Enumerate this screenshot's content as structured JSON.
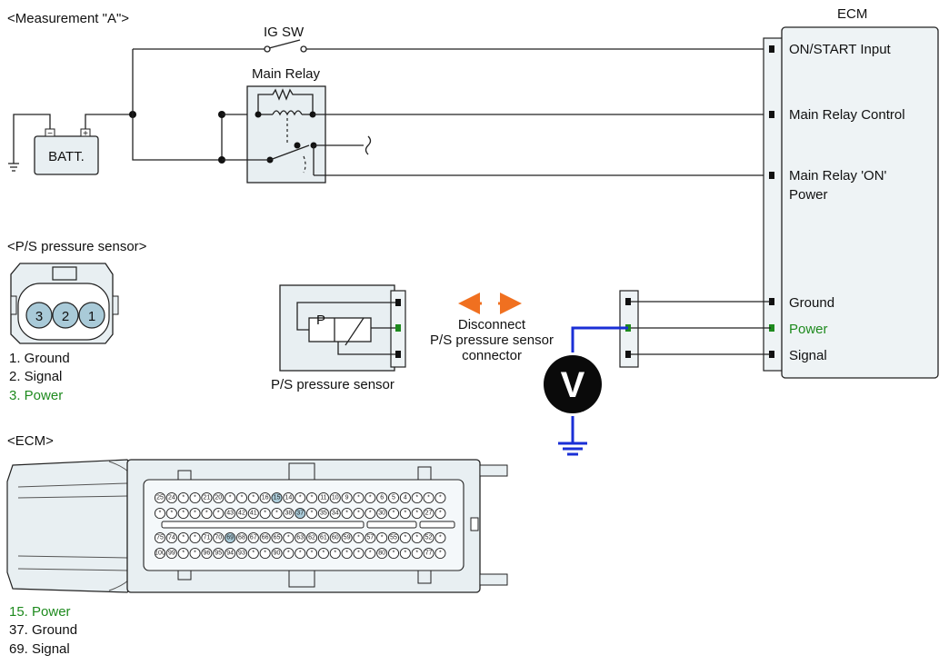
{
  "diagram": {
    "measurement_label": "<Measurement \"A\">",
    "ig_sw_label": "IG SW",
    "main_relay_label": "Main Relay",
    "battery_label": "BATT.",
    "ecm_title": "ECM",
    "ecm_pins": {
      "on_start": "ON/START Input",
      "main_relay_control": "Main Relay Control",
      "main_relay_on_line1": "Main Relay 'ON'",
      "main_relay_on_line2": "Power",
      "ground": "Ground",
      "power": "Power",
      "signal": "Signal"
    },
    "sensor_box_label": "P/S pressure sensor",
    "sensor_p_label": "P",
    "disconnect_line1": "Disconnect",
    "disconnect_line2": "P/S pressure sensor",
    "disconnect_line3": "connector",
    "voltmeter_label": "V"
  },
  "ps_sensor_connector": {
    "title": "<P/S pressure sensor>",
    "pins": [
      "3",
      "2",
      "1"
    ],
    "legend": [
      "1. Ground",
      "2. Signal",
      "3. Power"
    ]
  },
  "ecm_connector": {
    "title": "<ECM>",
    "row1": [
      "25",
      "24",
      "*",
      "*",
      "21",
      "20",
      "*",
      "*",
      "*",
      "16",
      "15",
      "14",
      "*",
      "*",
      "11",
      "10",
      "9",
      "*",
      "*",
      "6",
      "5",
      "4",
      "*",
      "*",
      "*"
    ],
    "row2": [
      "*",
      "*",
      "*",
      "*",
      "*",
      "*",
      "43",
      "42",
      "41",
      "*",
      "*",
      "38",
      "37",
      "*",
      "35",
      "34",
      "*",
      "*",
      "*",
      "30",
      "*",
      "*",
      "*",
      "27",
      "*"
    ],
    "row3": [
      "75",
      "74",
      "*",
      "*",
      "71",
      "70",
      "69",
      "68",
      "67",
      "66",
      "65",
      "*",
      "63",
      "62",
      "61",
      "60",
      "59",
      "*",
      "57",
      "*",
      "55",
      "*",
      "*",
      "52",
      "*"
    ],
    "row4": [
      "100",
      "99",
      "*",
      "*",
      "96",
      "95",
      "94",
      "93",
      "*",
      "*",
      "90",
      "*",
      "*",
      "*",
      "*",
      "*",
      "*",
      "*",
      "*",
      "80",
      "*",
      "*",
      "*",
      "77",
      "*"
    ],
    "highlighted_pins": [
      "15",
      "37",
      "69"
    ],
    "legend": [
      "15. Power",
      "37. Ground",
      "69. Signal"
    ]
  },
  "colors": {
    "power_green": "#1e8a1e",
    "measure_wire_blue": "#1a2fd6",
    "arrow_orange": "#f07020",
    "connector_fill": "#e8eff2",
    "pin_highlight": "#a9cad8",
    "ecm_fill": "#eef3f5"
  }
}
